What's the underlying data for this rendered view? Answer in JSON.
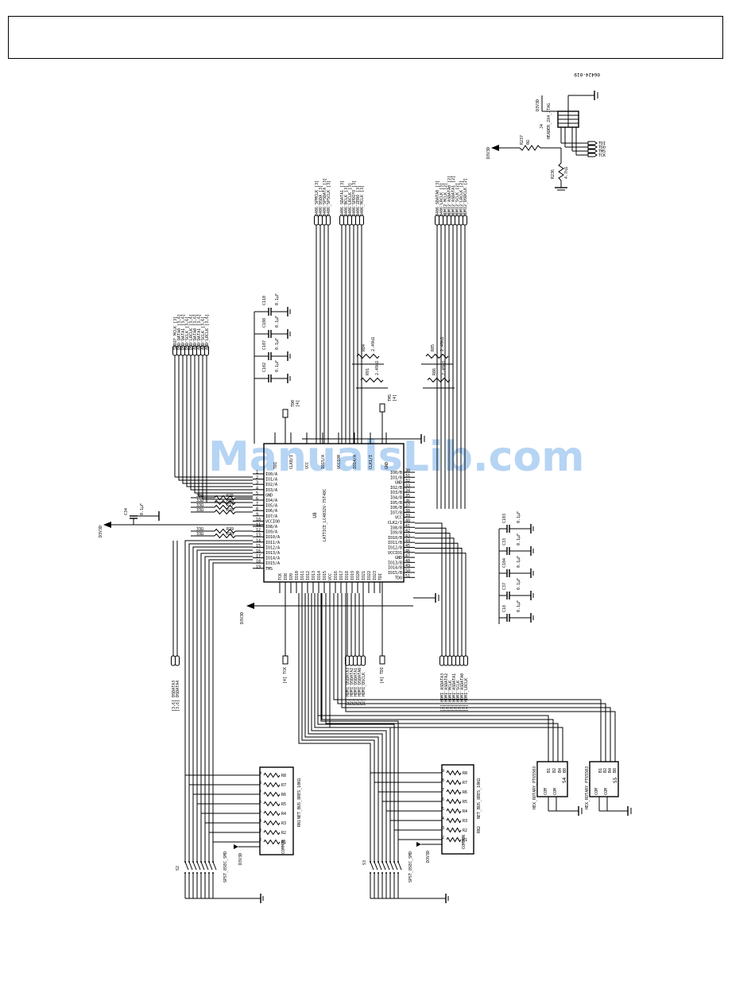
{
  "figure_id": "06424-019",
  "watermark": "ManualsLib.com",
  "main_ic": {
    "ref": "U8",
    "part": "LATTICE_LC4032V-75T48C",
    "left_pins": [
      "IO0/A",
      "IO1/A",
      "IO2/A",
      "IO3/A",
      "GND",
      "IO4/A",
      "IO5/A",
      "IO6/A",
      "IO7/A",
      "VCCIO0",
      "IO8/A",
      "IO9/A",
      "IO10/A",
      "IO11/A",
      "IO12/A",
      "IO13/A",
      "IO14/A",
      "IO15/A",
      "TMS"
    ],
    "right_pins": [
      "IO0/B",
      "IO1/B",
      "GND",
      "IO2/B",
      "IO3/B",
      "IO4/B",
      "IO5/B",
      "IO6/B",
      "IO7/B",
      "VCC",
      "CLK2/I",
      "IO8/B",
      "IO9/B",
      "IO10/B",
      "IO11/B",
      "IO12/B",
      "VCCIO1",
      "GND",
      "IO13/B",
      "IO14/B",
      "IO15/B",
      "TDO"
    ],
    "top_pins": [
      "TDI",
      "CLK0/I",
      "VCC",
      "IO15/A",
      "VCCIO0",
      "IO14/A",
      "CLK1/I",
      "GND"
    ],
    "bottom_pins": [
      "TCK",
      "IO8",
      "IO9",
      "IO10",
      "IO11",
      "IO12",
      "IO13",
      "IO14",
      "IO15",
      "VCC",
      "IO16",
      "IO17",
      "IO18",
      "IO19",
      "IO20",
      "IO21",
      "IO22",
      "IO23",
      "TDI"
    ]
  },
  "power_labels": {
    "d3v3_left": "D3V3D",
    "d3v3_bottom": "D3V3D",
    "d3v3_rn1": "D3V3D",
    "d3v3_rn2": "D3V3D",
    "d3v3_j4": "D3V3D",
    "d3v3_top": "D3V3D"
  },
  "jtag": {
    "ref": "J4",
    "part": "HEADER_2X4_JTAG",
    "r_series_ref": "R237",
    "r_series_val": "0Ω",
    "r_pulldown_ref": "R236",
    "r_pulldown_val": "4.7kΩ",
    "signals": [
      "TDI",
      "TDO",
      "TMS",
      "TCK"
    ]
  },
  "top_left_bus": [
    "SPDIF_MCLK [3]",
    "DSD_DATA0 [3,6]",
    "DSD_DATA1 [3,6]",
    "DSD_SCLK [3,6]",
    "DSD_LRCLK [3,6]",
    "AUD_DATA0 [3,6]",
    "AUD_DATA1 [3,6]",
    "AUD_SCLK [3,6]",
    "AUD_LRCLK [3,6]"
  ],
  "top_mid_bus_1": [
    "8406_SPMCLK [3]",
    "8406_DSDA [3]",
    "8406_SPSDATA [3]",
    "8406_SPSCLK [3]"
  ],
  "top_mid_bus_2": [
    "8406_SDATA1 [3]",
    "8406_BCLK [3]",
    "8406_LRCLK [3]",
    "8406_SPDIFO [3]",
    "8406_ZERO [3]",
    "8406_MCLK [3]"
  ],
  "top_right_bus": [
    "8406_SDATA0 [3]",
    "8406_LRCLK [3]",
    "HDMI2_MCLK [2]",
    "HDMI2_ASDATA0 [2]",
    "HDMI2_ASDATA1 [2]",
    "HDMI2_SCLK [2]",
    "HDMI2_LRCLK [2]",
    "HDMI2_DSDCLK [2]"
  ],
  "decoupling_top": [
    {
      "ref": "C110",
      "val": "0.1µF"
    },
    {
      "ref": "C108",
      "val": "0.1µF"
    },
    {
      "ref": "C107",
      "val": "0.1µF"
    },
    {
      "ref": "C102",
      "val": "0.1µF"
    }
  ],
  "decoupling_right": [
    {
      "ref": "C103",
      "val": "0.1µF"
    },
    {
      "ref": "C33",
      "val": "0.1µF"
    },
    {
      "ref": "C104",
      "val": "0.1µF"
    },
    {
      "ref": "C37",
      "val": "0.1µF"
    },
    {
      "ref": "C18",
      "val": "0.1µF"
    }
  ],
  "left_cap": {
    "ref": "C34",
    "val": "0.1µF"
  },
  "pullups_top": [
    {
      "ref": "R84",
      "val": "2.49kΩ"
    },
    {
      "ref": "R91",
      "val": "2.49kΩ"
    },
    {
      "ref": "R85",
      "val": "2.49kΩ"
    },
    {
      "ref": "R86",
      "val": "2.49kΩ"
    }
  ],
  "series_left": [
    {
      "ref": "R25",
      "val": "33Ω"
    },
    {
      "ref": "R26",
      "val": "33Ω"
    },
    {
      "ref": "R27",
      "val": "33Ω"
    },
    {
      "ref": "R28",
      "val": "33Ω"
    },
    {
      "ref": "R29",
      "val": "33Ω"
    },
    {
      "ref": "R30",
      "val": "33Ω"
    }
  ],
  "test_points": [
    {
      "ref": "TD0",
      "net": "[4]"
    },
    {
      "ref": "TMS",
      "net": "[4]"
    }
  ],
  "bottom_left_bus": [
    "[3,6] DSDATA3",
    "[3,6] DSDATA4"
  ],
  "bottom_mid_bus": [
    "[2] HDMI_DSDATA3",
    "[2] HDMI_DSDATA2",
    "[2] HDMI_DSDATA1",
    "[2] HDMI_DSDATA0",
    "[2] HDMI_DSCLK"
  ],
  "bottom_right_bus": [
    "[2] HDMI_ASDATA3",
    "[2] HDMI_ASDATA2",
    "[2] HDMI_MCLK",
    "[2] HDMI_ASDATA1",
    "[2] HDMI_SCLK",
    "[2] HDMI_ASDATA0",
    "[2] HDMI_LRCLK"
  ],
  "tck_label": "[4] TCK",
  "tdi_label": "[4] TDI",
  "resnet1": {
    "ref": "RN1",
    "part": "NET_BUS_8RES_10KΩ",
    "common": "COMMON",
    "pins": [
      "R1",
      "R2",
      "R3",
      "R4",
      "R5",
      "R6",
      "R7",
      "R8"
    ]
  },
  "resnet2": {
    "ref": "RN2",
    "part": "NET_BUS_8RES_10KΩ",
    "common": "COMMON",
    "pins": [
      "R1",
      "R2",
      "R3",
      "R4",
      "R5",
      "R6",
      "R7",
      "R8"
    ]
  },
  "switch_s2": {
    "ref": "S2",
    "part": "SPST_8SEC_SMD"
  },
  "switch_s3": {
    "ref": "S3",
    "part": "SPST_8SEC_SMD"
  },
  "rotary_s4": {
    "ref": "S4",
    "part": "HEX_ROTARY_PT65503",
    "pins": [
      "B1",
      "B2",
      "B4",
      "B8",
      "COM",
      "COM"
    ]
  },
  "rotary_s5": {
    "ref": "S5",
    "part": "HEX_ROTARY_PT65503",
    "pins": [
      "B1",
      "B2",
      "B4",
      "B8",
      "COM",
      "COM"
    ]
  }
}
